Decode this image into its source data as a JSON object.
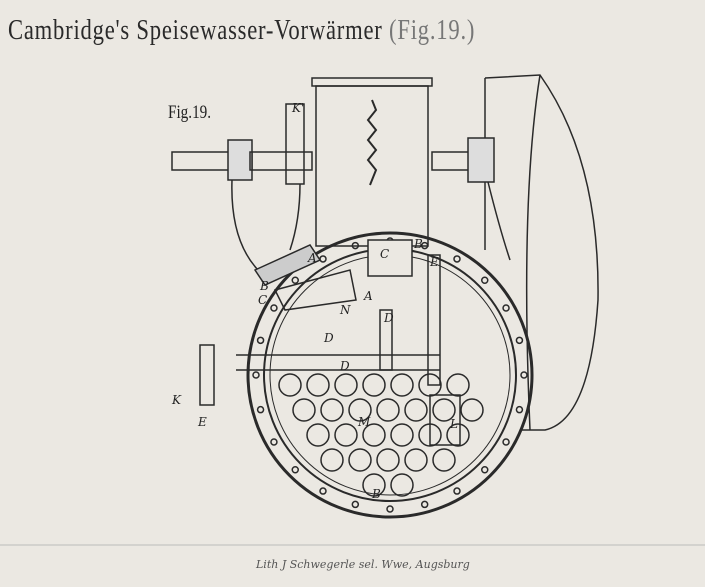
{
  "title": {
    "main": "Cambridge's Speisewasser-Vorwärmer",
    "fig": "(Fig.19.)"
  },
  "figure_label": "Fig.19.",
  "imprint": "Lith J Schwegerle sel. Wwe, Augsburg",
  "labels": {
    "k_prime": "K'",
    "a1": "A",
    "c1": "C",
    "b1": "B",
    "e1": "E",
    "b2": "B",
    "c2": "C",
    "a2": "A",
    "n": "N",
    "d1": "D",
    "d2": "D",
    "d3": "D",
    "m": "M",
    "l": "L",
    "k": "K",
    "e2": "E",
    "b3": "B"
  }
}
